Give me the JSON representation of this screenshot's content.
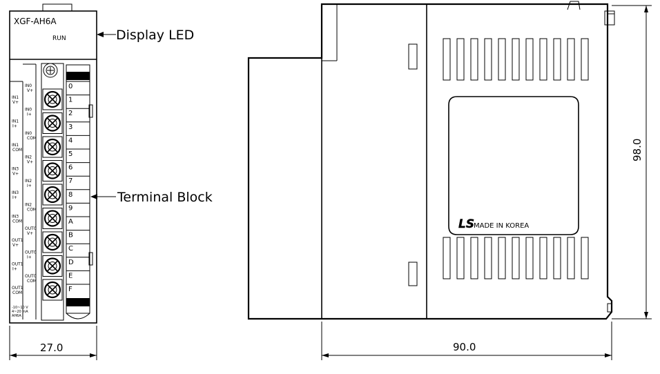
{
  "front": {
    "model": "XGF-AH6A",
    "run_label": "RUN",
    "callout_led": "Display LED",
    "callout_terminal": "Terminal Block",
    "width_dim": "27.0",
    "terminal_numbers": [
      "0",
      "1",
      "2",
      "3",
      "4",
      "5",
      "6",
      "7",
      "8",
      "9",
      "A",
      "B",
      "C",
      "D",
      "E",
      "F"
    ],
    "right_labels": [
      [
        "IN0",
        "V+"
      ],
      [
        "IN0",
        "I+"
      ],
      [
        "IN0",
        "COM"
      ],
      [
        "IN2",
        "V+"
      ],
      [
        "IN2",
        "I+"
      ],
      [
        "IN2",
        "COM"
      ],
      [
        "OUT0",
        "V+"
      ],
      [
        "OUT0",
        "I+"
      ],
      [
        "OUT0",
        "COM"
      ]
    ],
    "left_labels": [
      [
        "IN1",
        "V+"
      ],
      [
        "IN1",
        "I+"
      ],
      [
        "IN1",
        "COM"
      ],
      [
        "IN3",
        "V+"
      ],
      [
        "IN3",
        "I+"
      ],
      [
        "IN3",
        "COM"
      ],
      [
        "OUT1",
        "V+"
      ],
      [
        "OUT1",
        "I+"
      ],
      [
        "OUT1",
        "COM"
      ]
    ],
    "bottom_note": [
      "-10~10 V",
      "4~20 mA",
      "AH6A"
    ]
  },
  "side": {
    "brand": "LS",
    "made_in": "MADE IN KOREA",
    "depth_dim": "90.0",
    "height_dim": "98.0"
  }
}
